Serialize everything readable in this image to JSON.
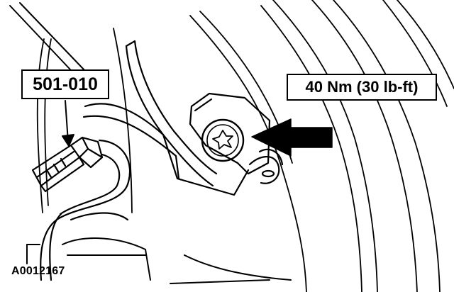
{
  "callouts": {
    "tool_number": "501-010",
    "torque_spec": "40 Nm (30 lb-ft)"
  },
  "figure_id": "A0012167",
  "colors": {
    "ink": "#000000",
    "paper": "#ffffff"
  },
  "icons": {
    "torque_arrow": "arrow-left-icon",
    "tool_pointer": "arrow-down-icon",
    "fastener": "torx-bolt-icon"
  }
}
